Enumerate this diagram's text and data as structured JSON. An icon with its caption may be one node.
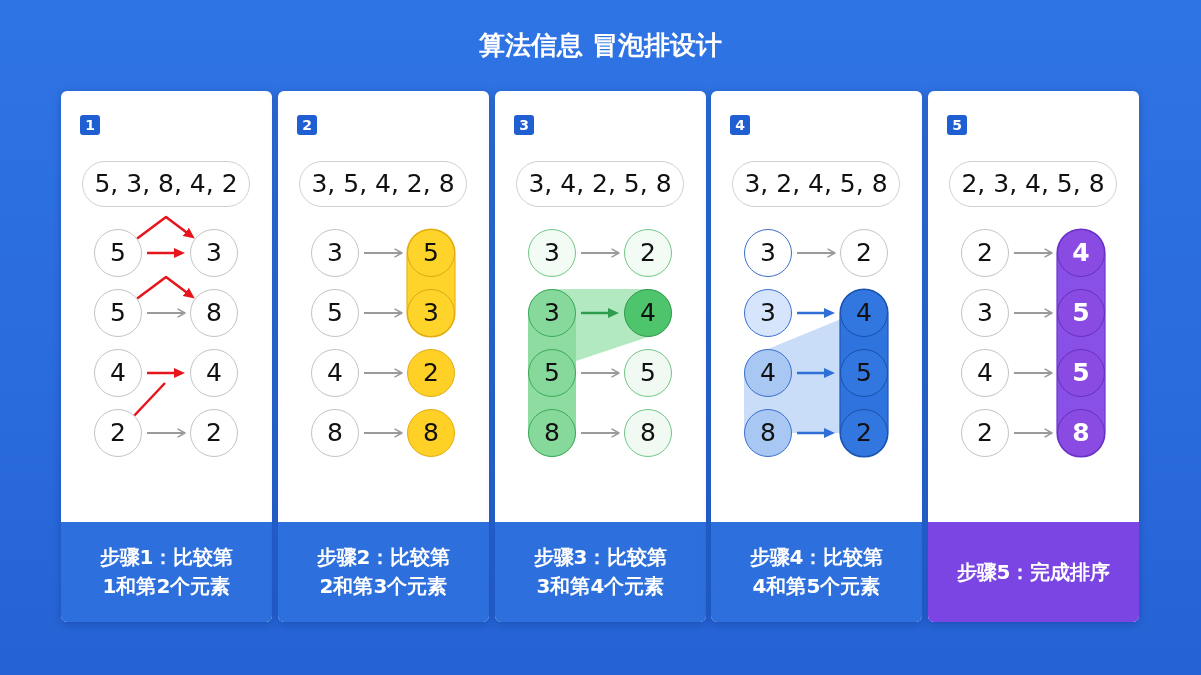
{
  "diagram": {
    "title": "算法信息 冒泡排设计",
    "nodes": [
      {
        "text": [],
        "shape": "box"
      },
      {
        "text": [
          "1"
        ],
        "in": 0
      },
      {
        "text": [
          "5, 3, 8, 4, 2"
        ],
        "in": 0
      },
      {
        "text": [
          "5"
        ],
        "in": 0
      },
      {
        "text": [
          "3"
        ],
        "in": 0
      },
      {
        "text": [
          "5"
        ],
        "in": 0
      },
      {
        "text": [
          "8"
        ],
        "in": 0
      },
      {
        "text": [
          "4"
        ],
        "in": 0
      },
      {
        "text": [
          "4"
        ],
        "in": 0
      },
      {
        "text": [
          "2"
        ],
        "in": 0
      },
      {
        "text": [
          "2"
        ],
        "in": 0
      },
      {
        "text": [
          "步骤1：比较第1和第2个元素"
        ],
        "in": 0
      },
      {
        "text": [],
        "shape": "box"
      },
      {
        "text": [
          "2"
        ],
        "in": 12
      },
      {
        "text": [
          "3, 5, 4, 2, 8"
        ],
        "in": 12
      },
      {
        "text": [
          "3"
        ],
        "in": 12
      },
      {
        "text": [
          "5"
        ],
        "in": 12
      },
      {
        "text": [
          "5"
        ],
        "in": 12
      },
      {
        "text": [
          "3"
        ],
        "in": 12
      },
      {
        "text": [
          "4"
        ],
        "in": 12
      },
      {
        "text": [
          "2"
        ],
        "in": 12
      },
      {
        "text": [
          "8"
        ],
        "in": 12
      },
      {
        "text": [
          "8"
        ],
        "in": 12
      },
      {
        "text": [
          "步骤2：比较第2和第3个元素"
        ],
        "in": 12
      },
      {
        "text": [],
        "shape": "box"
      },
      {
        "text": [
          "3"
        ],
        "in": 24
      },
      {
        "text": [
          "3, 4, 2, 5, 8"
        ],
        "in": 24
      },
      {
        "text": [
          "3"
        ],
        "in": 24
      },
      {
        "text": [
          "2"
        ],
        "in": 24
      },
      {
        "text": [
          "3"
        ],
        "in": 24
      },
      {
        "text": [
          "4"
        ],
        "in": 24
      },
      {
        "text": [
          "5"
        ],
        "in": 24
      },
      {
        "text": [
          "5"
        ],
        "in": 24
      },
      {
        "text": [
          "8"
        ],
        "in": 24
      },
      {
        "text": [
          "8"
        ],
        "in": 24
      },
      {
        "text": [
          "步骤3：比较第3和第4个元素"
        ],
        "in": 24
      },
      {
        "text": [],
        "shape": "box"
      },
      {
        "text": [
          "4"
        ],
        "in": 36
      },
      {
        "text": [
          "3, 2, 4, 5, 8"
        ],
        "in": 36
      },
      {
        "text": [
          "3"
        ],
        "in": 36
      },
      {
        "text": [
          "2"
        ],
        "in": 36
      },
      {
        "text": [
          "3"
        ],
        "in": 36
      },
      {
        "text": [
          "4"
        ],
        "in": 36
      },
      {
        "text": [
          "4"
        ],
        "in": 36
      },
      {
        "text": [
          "5"
        ],
        "in": 36
      },
      {
        "text": [
          "8"
        ],
        "in": 36
      },
      {
        "text": [
          "2"
        ],
        "in": 36
      },
      {
        "text": [
          "步骤4：比较第4和第5个元素"
        ],
        "in": 36
      },
      {
        "text": [],
        "shape": "box"
      },
      {
        "text": [
          "5"
        ],
        "in": 48
      },
      {
        "text": [
          "2, 3, 4, 5, 8"
        ],
        "in": 48
      },
      {
        "text": [
          "2"
        ],
        "in": 48
      },
      {
        "text": [
          "4"
        ],
        "in": 48
      },
      {
        "text": [
          "3"
        ],
        "in": 48
      },
      {
        "text": [
          "5"
        ],
        "in": 48
      },
      {
        "text": [
          "4"
        ],
        "in": 48
      },
      {
        "text": [
          "5"
        ],
        "in": 48
      },
      {
        "text": [
          "2"
        ],
        "in": 48
      },
      {
        "text": [
          "8"
        ],
        "in": 48
      },
      {
        "text": [
          "步骤5：完成排序"
        ],
        "in": 48
      }
    ],
    "edges": [
      {
        "from": 3,
        "to": 4,
        "arrow": "to",
        "color": "#e8141b"
      },
      {
        "from": 3,
        "to": 4,
        "arrow": "to",
        "color": "#e8141b"
      },
      {
        "from": 5,
        "to": 6,
        "arrow": "to"
      },
      {
        "from": 5,
        "to": 6,
        "arrow": "to",
        "color": "#e8141b"
      },
      {
        "from": 7,
        "to": 8,
        "arrow": "to",
        "color": "#e8141b"
      },
      {
        "from": 9,
        "to": 10,
        "arrow": "to"
      },
      {
        "from": 9,
        "to": null,
        "arrow": "none",
        "color": "#e8141b"
      },
      {
        "from": 15,
        "to": 16,
        "arrow": "to"
      },
      {
        "from": 17,
        "to": 18,
        "arrow": "to"
      },
      {
        "from": 19,
        "to": 20,
        "arrow": "to"
      },
      {
        "from": 21,
        "to": 22,
        "arrow": "to"
      },
      {
        "from": 27,
        "to": 28,
        "arrow": "to"
      },
      {
        "from": 29,
        "to": 30,
        "arrow": "to",
        "color": "#2e9e4e"
      },
      {
        "from": 31,
        "to": 32,
        "arrow": "to"
      },
      {
        "from": 33,
        "to": 34,
        "arrow": "to"
      },
      {
        "from": 39,
        "to": 40,
        "arrow": "to"
      },
      {
        "from": 41,
        "to": 42,
        "arrow": "to",
        "color": "#2f6fd8"
      },
      {
        "from": 43,
        "to": 44,
        "arrow": "to",
        "color": "#2f6fd8"
      },
      {
        "from": 45,
        "to": 46,
        "arrow": "to",
        "color": "#2f6fd8"
      },
      {
        "from": 51,
        "to": 52,
        "arrow": "to"
      },
      {
        "from": 53,
        "to": 54,
        "arrow": "to"
      },
      {
        "from": 55,
        "to": 56,
        "arrow": "to"
      },
      {
        "from": 57,
        "to": 58,
        "arrow": "to"
      }
    ]
  }
}
